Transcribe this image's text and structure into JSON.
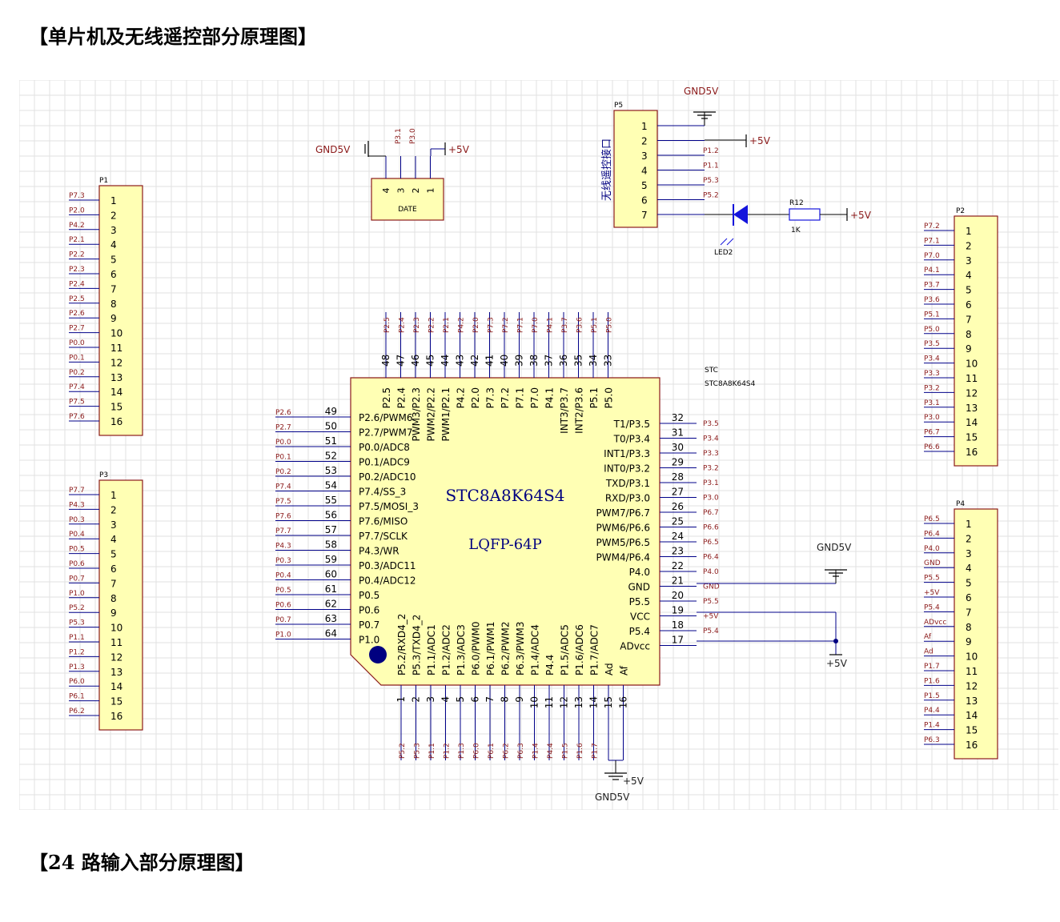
{
  "headings": {
    "first": "【单片机及无线遥控部分原理图】",
    "second": "【24 路输入部分原理图】"
  },
  "colors": {
    "grid": "#e2e2e2",
    "body_fill": "#ffffb4",
    "body_stroke": "#8b1a1a",
    "wire": "#000088",
    "net_label": "#8b1a1a",
    "text": "#000000",
    "led": "#1414dc"
  },
  "mcu": {
    "name": "STC8A8K64S4",
    "package": "LQFP-64P",
    "designator": "STC",
    "comment": "STC8A8K64S4",
    "left_pins": [
      {
        "num": "49",
        "name": "P2.6/PWM6",
        "net": "P2.6"
      },
      {
        "num": "50",
        "name": "P2.7/PWM7",
        "net": "P2.7"
      },
      {
        "num": "51",
        "name": "P0.0/ADC8",
        "net": "P0.0"
      },
      {
        "num": "52",
        "name": "P0.1/ADC9",
        "net": "P0.1"
      },
      {
        "num": "53",
        "name": "P0.2/ADC10",
        "net": "P0.2"
      },
      {
        "num": "54",
        "name": "P7.4/SS_3",
        "net": "P7.4"
      },
      {
        "num": "55",
        "name": "P7.5/MOSI_3",
        "net": "P7.5"
      },
      {
        "num": "56",
        "name": "P7.6/MISO",
        "net": "P7.6"
      },
      {
        "num": "57",
        "name": "P7.7/SCLK",
        "net": "P7.7"
      },
      {
        "num": "58",
        "name": "P4.3/WR",
        "net": "P4.3"
      },
      {
        "num": "59",
        "name": "P0.3/ADC11",
        "net": "P0.3"
      },
      {
        "num": "60",
        "name": "P0.4/ADC12",
        "net": "P0.4"
      },
      {
        "num": "61",
        "name": "P0.5",
        "net": "P0.5"
      },
      {
        "num": "62",
        "name": "P0.6",
        "net": "P0.6"
      },
      {
        "num": "63",
        "name": "P0.7",
        "net": "P0.7"
      },
      {
        "num": "64",
        "name": "P1.0",
        "net": "P1.0"
      }
    ],
    "right_pins": [
      {
        "num": "32",
        "name": "T1/P3.5",
        "net": "P3.5"
      },
      {
        "num": "31",
        "name": "T0/P3.4",
        "net": "P3.4"
      },
      {
        "num": "30",
        "name": "INT1/P3.3",
        "net": "P3.3"
      },
      {
        "num": "29",
        "name": "INT0/P3.2",
        "net": "P3.2"
      },
      {
        "num": "28",
        "name": "TXD/P3.1",
        "net": "P3.1"
      },
      {
        "num": "27",
        "name": "RXD/P3.0",
        "net": "P3.0"
      },
      {
        "num": "26",
        "name": "PWM7/P6.7",
        "net": "P6.7"
      },
      {
        "num": "25",
        "name": "PWM6/P6.6",
        "net": "P6.6"
      },
      {
        "num": "24",
        "name": "PWM5/P6.5",
        "net": "P6.5"
      },
      {
        "num": "23",
        "name": "PWM4/P6.4",
        "net": "P6.4"
      },
      {
        "num": "22",
        "name": "P4.0",
        "net": "P4.0"
      },
      {
        "num": "21",
        "name": "GND",
        "net": "GND"
      },
      {
        "num": "20",
        "name": "P5.5",
        "net": "P5.5"
      },
      {
        "num": "19",
        "name": "VCC",
        "net": "+5V"
      },
      {
        "num": "18",
        "name": "P5.4",
        "net": "P5.4"
      },
      {
        "num": "17",
        "name": "ADvcc",
        "net": ""
      }
    ],
    "top_pins": [
      {
        "num": "48",
        "name": "P2.5",
        "net": "P2.5"
      },
      {
        "num": "47",
        "name": "P2.4",
        "net": "P2.4"
      },
      {
        "num": "46",
        "name": "PWM3/P2.3",
        "net": "P2.3"
      },
      {
        "num": "45",
        "name": "PWM2/P2.2",
        "net": "P2.2"
      },
      {
        "num": "44",
        "name": "PWM1/P2.1",
        "net": "P2.1"
      },
      {
        "num": "43",
        "name": "P4.2",
        "net": "P4.2"
      },
      {
        "num": "42",
        "name": "P2.0",
        "net": "P2.0"
      },
      {
        "num": "41",
        "name": "P7.3",
        "net": "P7.3"
      },
      {
        "num": "40",
        "name": "P7.2",
        "net": "P7.2"
      },
      {
        "num": "39",
        "name": "P7.1",
        "net": "P7.1"
      },
      {
        "num": "38",
        "name": "P7.0",
        "net": "P7.0"
      },
      {
        "num": "37",
        "name": "P4.1",
        "net": "P4.1"
      },
      {
        "num": "36",
        "name": "INT3/P3.7",
        "net": "P3.7"
      },
      {
        "num": "35",
        "name": "INT2/P3.6",
        "net": "P3.6"
      },
      {
        "num": "34",
        "name": "P5.1",
        "net": "P5.1"
      },
      {
        "num": "33",
        "name": "P5.0",
        "net": "P5.0"
      }
    ],
    "bottom_pins": [
      {
        "num": "1",
        "name": "P5.2/RXD4_2",
        "net": "P5.2"
      },
      {
        "num": "2",
        "name": "P5.3/TXD4_2",
        "net": "P5.3"
      },
      {
        "num": "3",
        "name": "P1.1/ADC1",
        "net": "P1.1"
      },
      {
        "num": "4",
        "name": "P1.2/ADC2",
        "net": "P1.2"
      },
      {
        "num": "5",
        "name": "P1.3/ADC3",
        "net": "P1.3"
      },
      {
        "num": "6",
        "name": "P6.0/PWM0",
        "net": "P6.0"
      },
      {
        "num": "7",
        "name": "P6.1/PWM1",
        "net": "P6.1"
      },
      {
        "num": "8",
        "name": "P6.2/PWM2",
        "net": "P6.2"
      },
      {
        "num": "9",
        "name": "P6.3/PWM3",
        "net": "P6.3"
      },
      {
        "num": "10",
        "name": "P1.4/ADC4",
        "net": "P1.4"
      },
      {
        "num": "11",
        "name": "P4.4",
        "net": "P4.4"
      },
      {
        "num": "12",
        "name": "P1.5/ADC5",
        "net": "P1.5"
      },
      {
        "num": "13",
        "name": "P1.6/ADC6",
        "net": "P1.6"
      },
      {
        "num": "14",
        "name": "P1.7/ADC7",
        "net": "P1.7"
      },
      {
        "num": "15",
        "name": "Ad",
        "net": ""
      },
      {
        "num": "16",
        "name": "Af",
        "net": ""
      }
    ]
  },
  "headers": [
    {
      "id": "P1",
      "nets": [
        "P7.3",
        "P2.0",
        "P4.2",
        "P2.1",
        "P2.2",
        "P2.3",
        "P2.4",
        "P2.5",
        "P2.6",
        "P2.7",
        "P0.0",
        "P0.1",
        "P0.2",
        "P7.4",
        "P7.5",
        "P7.6"
      ]
    },
    {
      "id": "P3",
      "nets": [
        "P7.7",
        "P4.3",
        "P0.3",
        "P0.4",
        "P0.5",
        "P0.6",
        "P0.7",
        "P1.0",
        "P5.2",
        "P5.3",
        "P1.1",
        "P1.2",
        "P1.3",
        "P6.0",
        "P6.1",
        "P6.2"
      ]
    },
    {
      "id": "P2",
      "nets": [
        "P7.2",
        "P7.1",
        "P7.0",
        "P4.1",
        "P3.7",
        "P3.6",
        "P5.1",
        "P5.0",
        "P3.5",
        "P3.4",
        "P3.3",
        "P3.2",
        "P3.1",
        "P3.0",
        "P6.7",
        "P6.6"
      ]
    },
    {
      "id": "P4",
      "nets": [
        "P6.5",
        "P6.4",
        "P4.0",
        "GND",
        "P5.5",
        "+5V",
        "P5.4",
        "ADvcc",
        "Af",
        "Ad",
        "P1.7",
        "P1.6",
        "P1.5",
        "P4.4",
        "P1.4",
        "P6.3"
      ]
    }
  ],
  "date_header": {
    "title": "DATE",
    "pins": [
      "4",
      "3",
      "2",
      "1"
    ],
    "nets": [
      "P3.1",
      "P3.0"
    ],
    "gnd_label": "GND5V",
    "vcc_label": "+5V"
  },
  "p5_header": {
    "id": "P5",
    "title": "无线遥控接口",
    "pins": [
      "1",
      "2",
      "3",
      "4",
      "5",
      "6",
      "7"
    ],
    "nets": [
      "P1.2",
      "P1.1",
      "P5.3",
      "P5.2"
    ],
    "gnd_label": "GND5V",
    "vcc_label": "+5V"
  },
  "led": {
    "designator": "LED2",
    "resistor": "R12",
    "value": "1K",
    "vcc_label": "+5V"
  },
  "power": {
    "gnd_right": "GND5V",
    "vcc_right": "+5V",
    "gnd_bottom": "GND5V",
    "vcc_bottom": "+5V"
  }
}
